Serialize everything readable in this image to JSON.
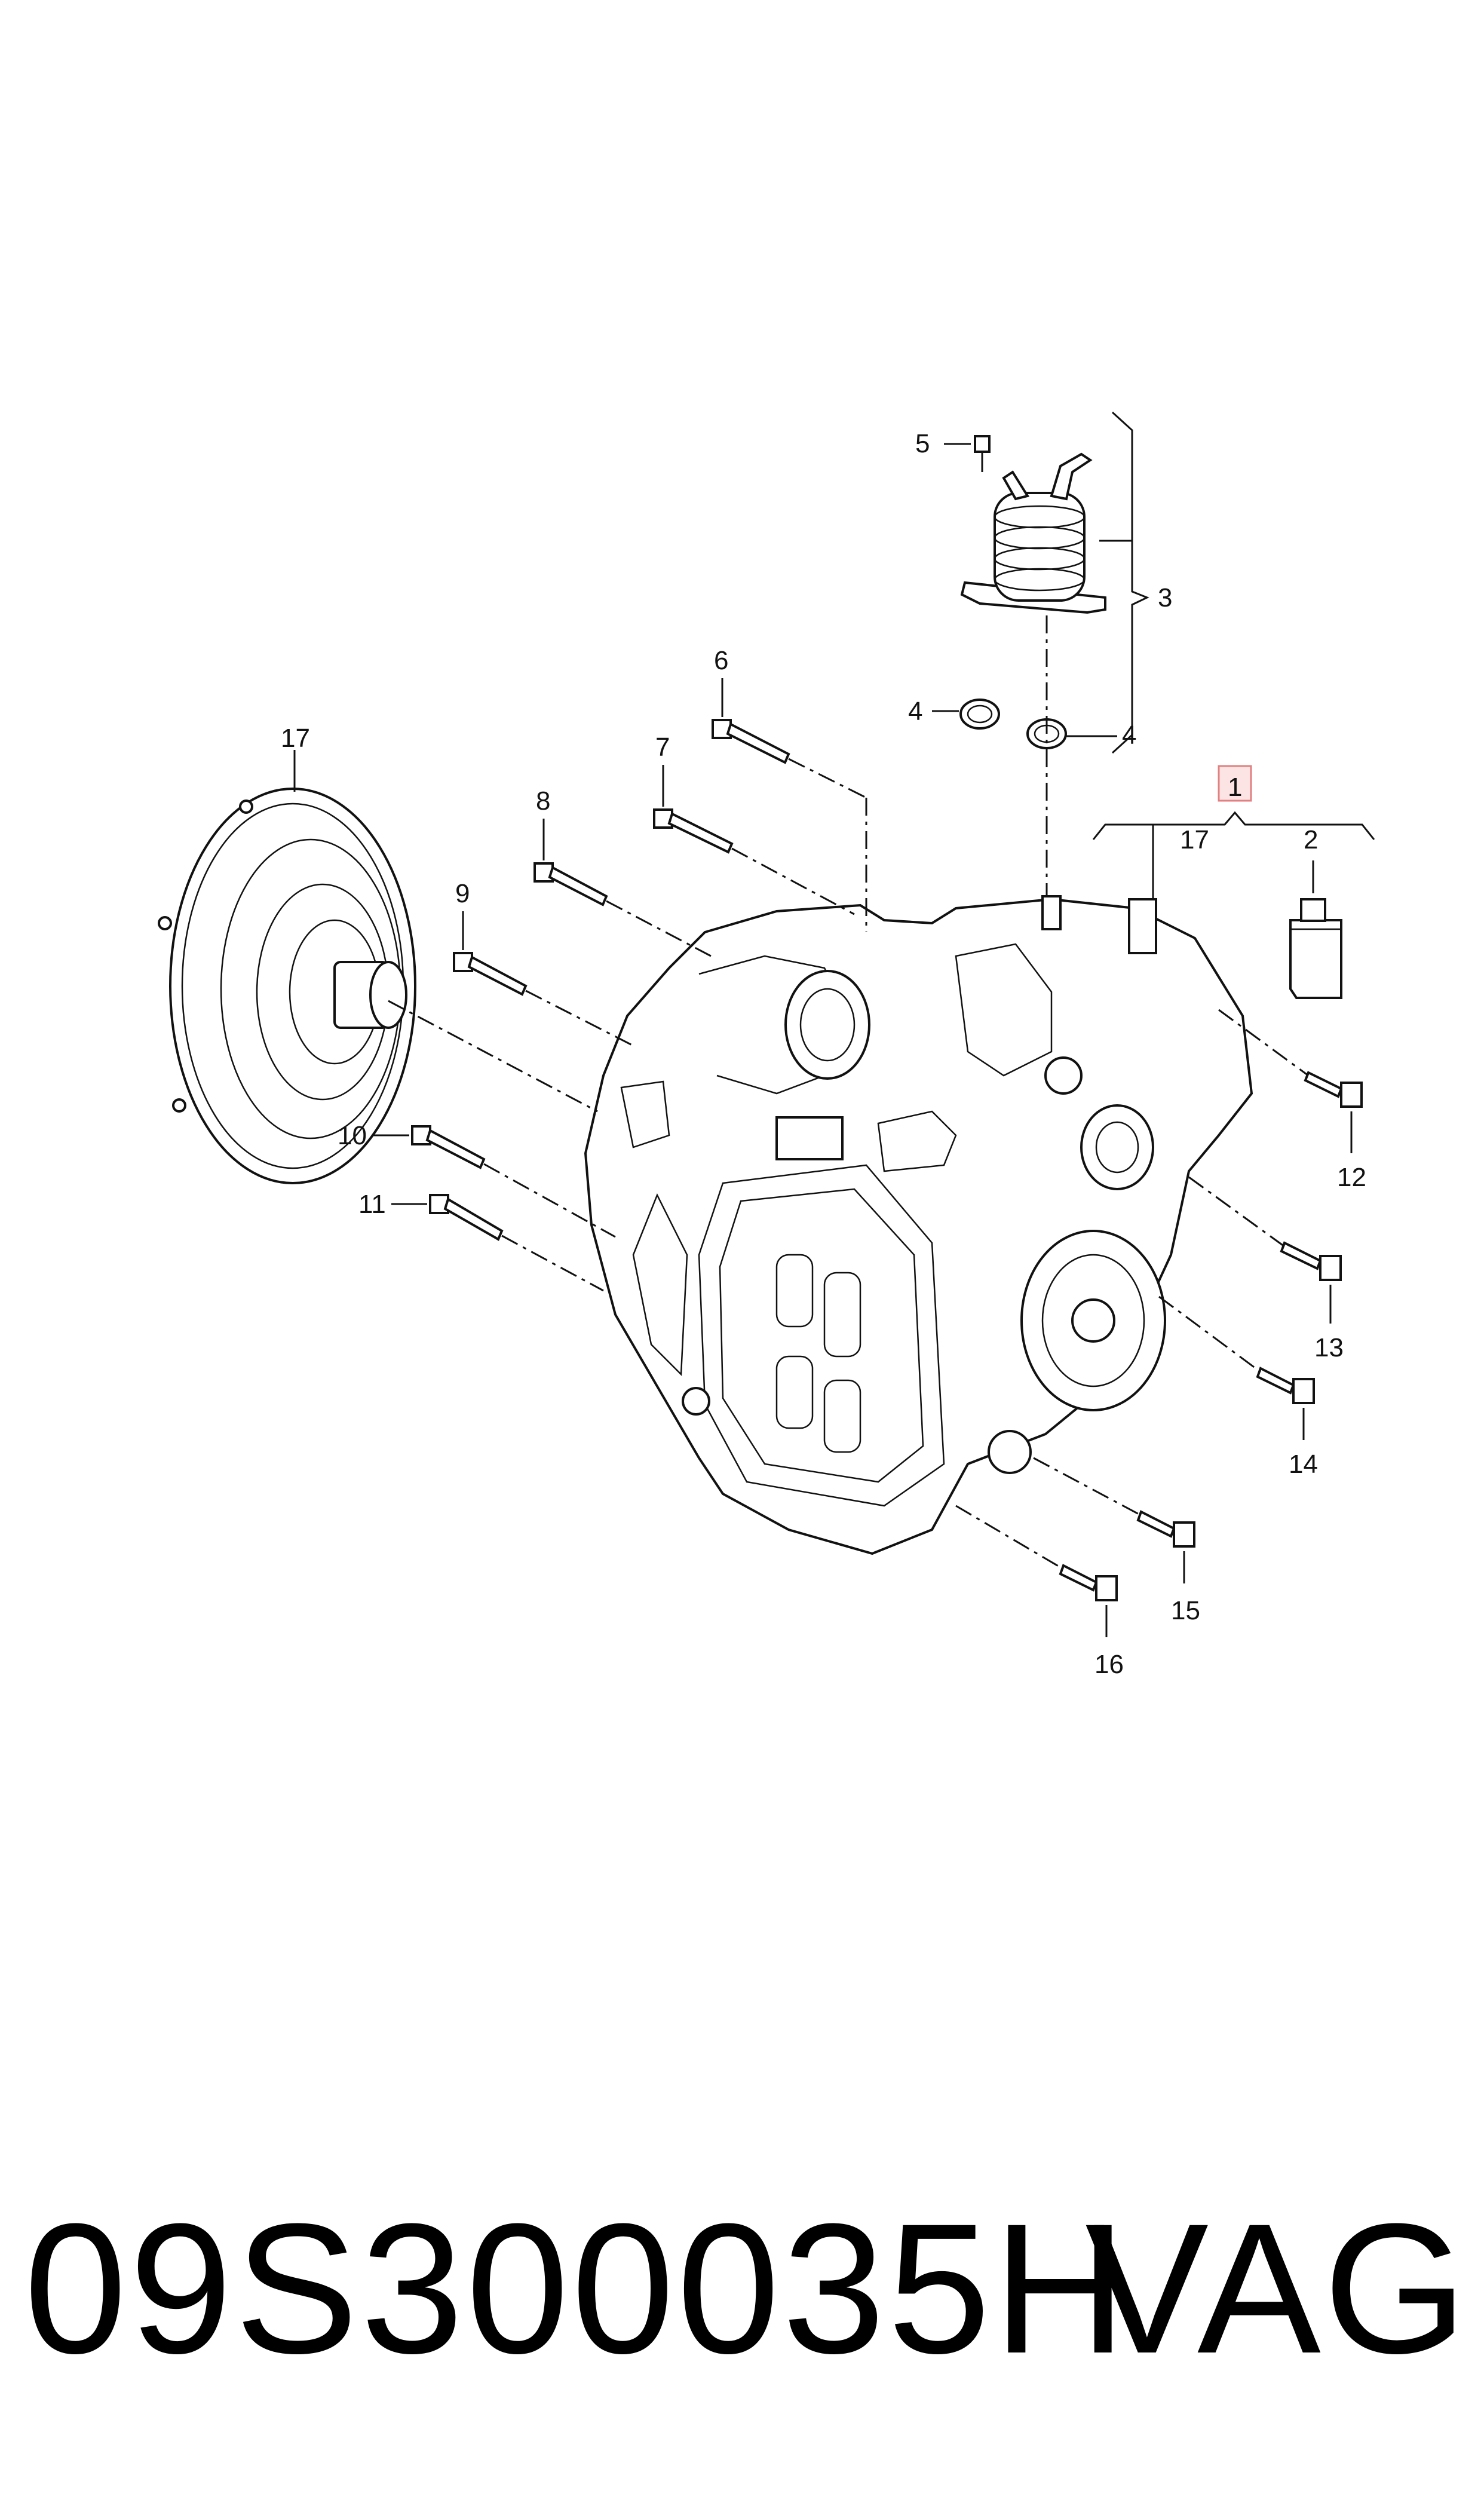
{
  "callouts": {
    "c1": "1",
    "c2": "2",
    "c3": "3",
    "c4a": "4",
    "c4b": "4",
    "c5": "5",
    "c6": "6",
    "c7": "7",
    "c8": "8",
    "c9": "9",
    "c10": "10",
    "c11": "11",
    "c12": "12",
    "c13": "13",
    "c14": "14",
    "c15": "15",
    "c16": "16",
    "c17a": "17",
    "c17b": "17"
  },
  "footer": {
    "part_number": "09S300035H",
    "brand": "VAG"
  },
  "colors": {
    "line": "#111111",
    "highlight": "#e08080",
    "background": "#ffffff"
  },
  "icons": [
    "torque-converter-icon",
    "oil-cooler-icon",
    "oil-bottle-icon",
    "bolt-icon",
    "seal-ring-icon",
    "transmission-housing-icon"
  ]
}
